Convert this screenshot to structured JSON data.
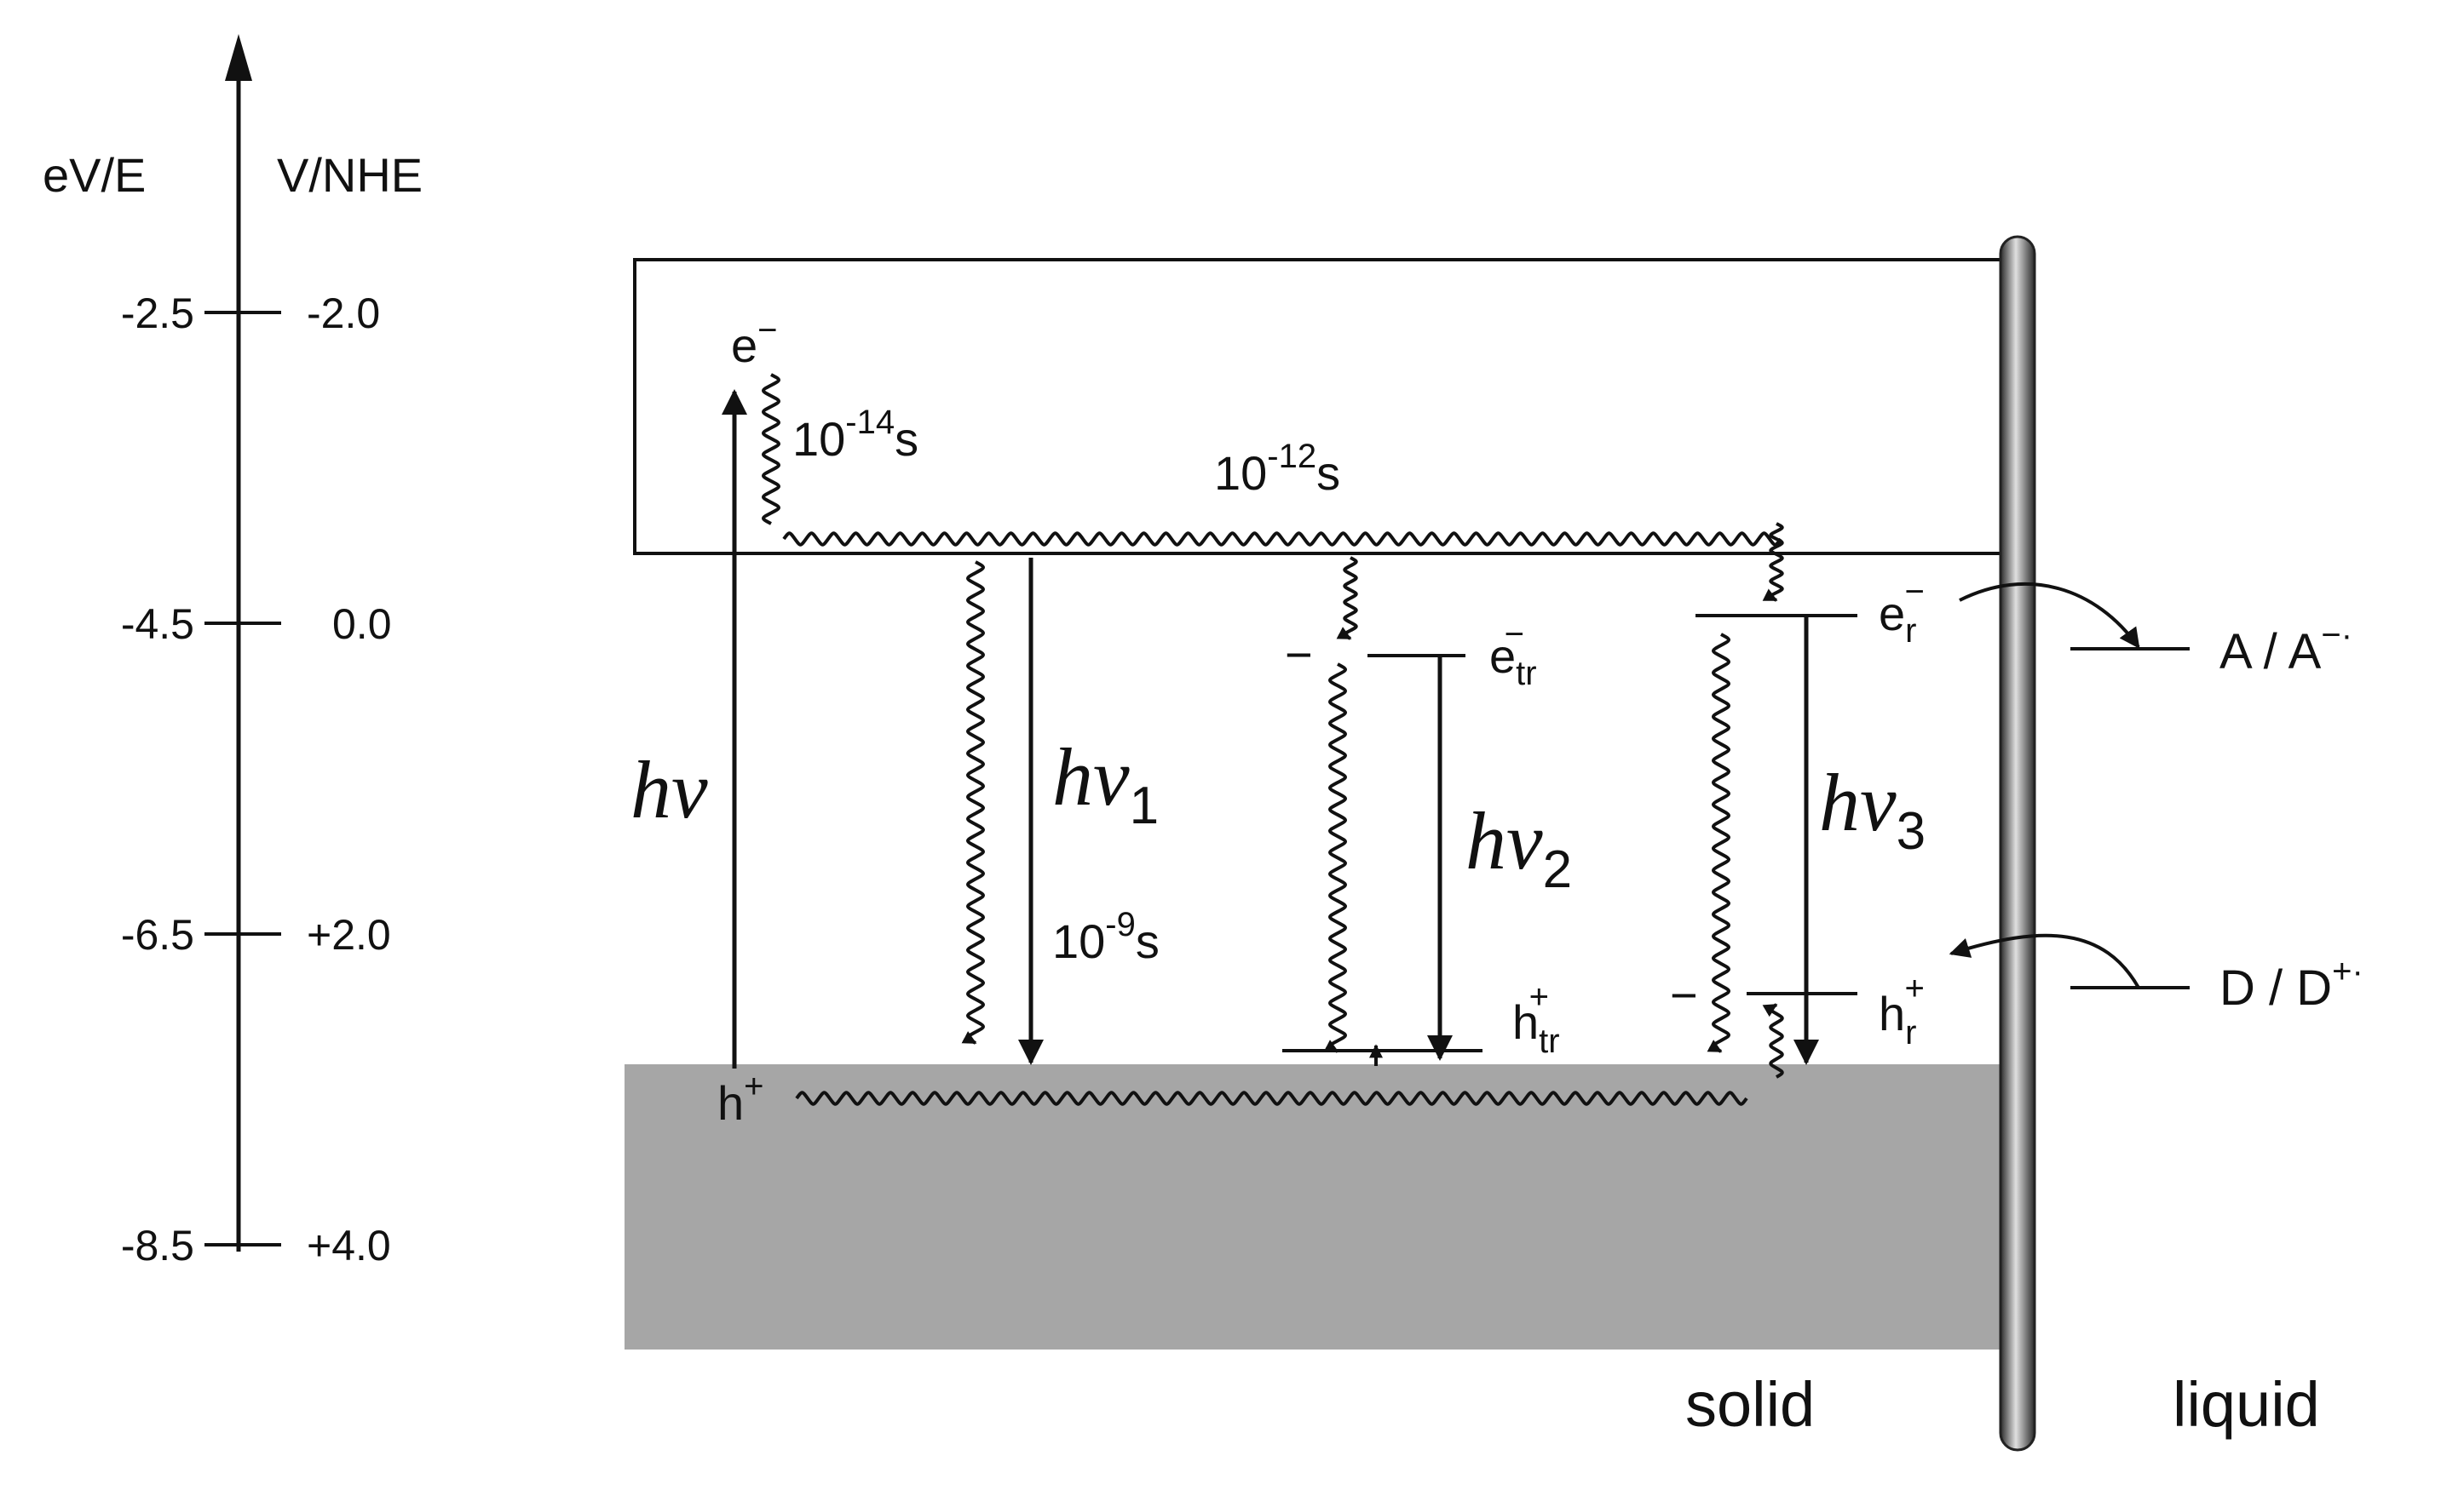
{
  "axis": {
    "left_title": "eV/E",
    "right_title": "V/NHE",
    "ticks": [
      {
        "ev": "-2.5",
        "nhe": "-2.0"
      },
      {
        "ev": "-4.5",
        "nhe": "0.0"
      },
      {
        "ev": "-6.5",
        "nhe": "+2.0"
      },
      {
        "ev": "-8.5",
        "nhe": "+4.0"
      }
    ]
  },
  "labels": {
    "electron": "e",
    "electron_sup": "−",
    "hole": "h",
    "hole_sup": "+",
    "t_14": "10",
    "t_14_exp": "-14",
    "t_14_unit": "s",
    "t_12": "10",
    "t_12_exp": "-12",
    "t_12_unit": "s",
    "t_9": "10",
    "t_9_exp": "-9",
    "t_9_unit": "s",
    "hv": "hν",
    "hv1": "hν",
    "hv1_sub": "1",
    "hv2": "hν",
    "hv2_sub": "2",
    "hv3": "hν",
    "hv3_sub": "3",
    "e_tr": "e",
    "e_tr_sub": "tr",
    "e_tr_sup": "−",
    "h_tr": "h",
    "h_tr_sub": "tr",
    "h_tr_sup": "+",
    "e_r": "e",
    "e_r_sub": "r",
    "e_r_sup": "−",
    "h_r": "h",
    "h_r_sub": "r",
    "h_r_sup": "+",
    "minus_1": "−",
    "minus_2": "−",
    "acceptor": "A / A",
    "acceptor_sup": "−·",
    "donor": "D / D",
    "donor_sup": "+·",
    "solid": "solid",
    "liquid": "liquid"
  },
  "colors": {
    "line": "#111111",
    "valence_band": "#a6a6a6",
    "interface_dark": "#333333",
    "interface_light": "#d8d8d8"
  }
}
